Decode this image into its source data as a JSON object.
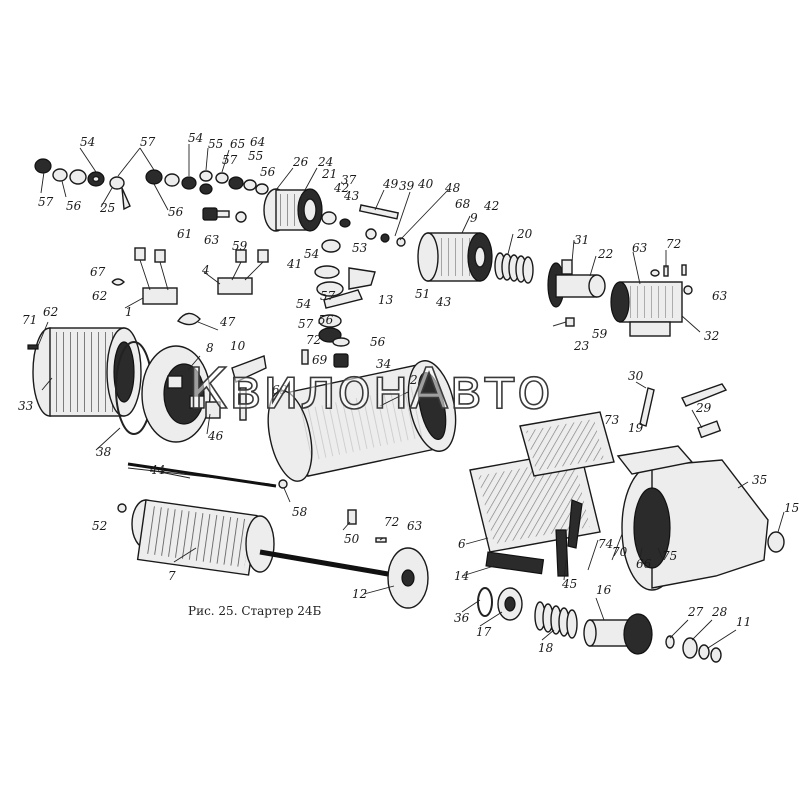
{
  "caption": "Рис. 25. Стартер 24Б",
  "watermark": "КвилонАвто",
  "part_labels": [
    "54",
    "57",
    "56",
    "57",
    "25",
    "56",
    "54",
    "55",
    "65",
    "64",
    "55",
    "57",
    "56",
    "26",
    "24",
    "21",
    "37",
    "43",
    "42",
    "49",
    "39",
    "40",
    "48",
    "68",
    "42",
    "9",
    "61",
    "63",
    "59",
    "54",
    "53",
    "41",
    "57",
    "56",
    "13",
    "51",
    "43",
    "20",
    "31",
    "22",
    "63",
    "72",
    "63",
    "23",
    "59",
    "32",
    "67",
    "62",
    "1",
    "4",
    "47",
    "71",
    "62",
    "54",
    "57",
    "56",
    "34",
    "10",
    "8",
    "69",
    "72",
    "69",
    "33",
    "38",
    "46",
    "2",
    "30",
    "29",
    "73",
    "35",
    "44",
    "58",
    "19",
    "52",
    "50",
    "72",
    "63",
    "7",
    "12",
    "6",
    "14",
    "45",
    "74",
    "70",
    "66",
    "75",
    "15",
    "16",
    "27",
    "28",
    "11",
    "36",
    "17",
    "18"
  ]
}
